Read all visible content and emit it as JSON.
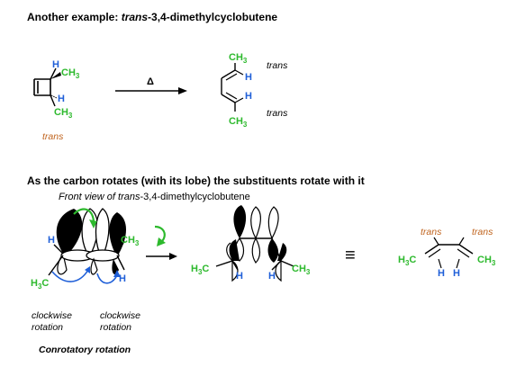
{
  "title_1": {
    "prefix": "Another example: ",
    "italic": "trans",
    "suffix": "-3,4-dimethylcyclobutene"
  },
  "title_2": "As the carbon rotates (with its lobe) the substituents rotate with it",
  "subtitle_2": {
    "italic": "Front view of trans",
    "suffix": "-3,4-dimethylcyclobutene"
  },
  "labels": {
    "H": "H",
    "CH": "CH",
    "H3C_H": "H",
    "H3C_C": "C",
    "sub3": "3",
    "delta": "Δ",
    "trans": "trans",
    "clockwise": "clockwise",
    "rotation": "rotation",
    "conrotatory": "Conrotatory rotation",
    "equiv": "≡"
  },
  "colors": {
    "substituent_green": "#2db92d",
    "hydrogen_blue": "#1f5fd8",
    "trans_orange": "#c0641e",
    "arrow_green": "#2db92d",
    "arrow_blue": "#1f5fd8",
    "bond_black": "#000000"
  }
}
